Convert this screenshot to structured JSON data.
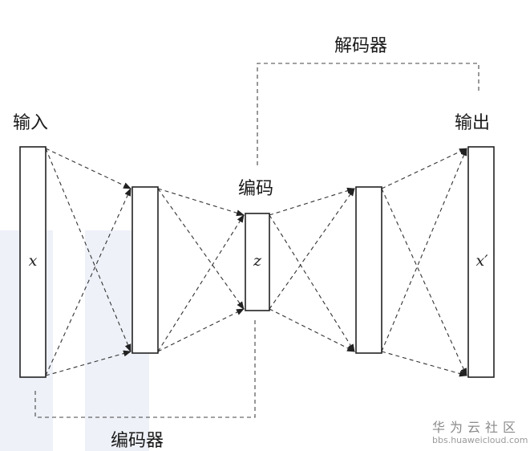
{
  "labels": {
    "input": "输入",
    "output": "输出",
    "code": "编码",
    "decoder": "解码器",
    "encoder": "编码器"
  },
  "variables": {
    "x": "x",
    "z": "z",
    "x_prime": "x′"
  },
  "watermark": {
    "brand": "华为云社区",
    "site": "bbs.huaweicloud.com"
  },
  "colors": {
    "line": "#333333",
    "background_shape": "#eef1f8"
  }
}
